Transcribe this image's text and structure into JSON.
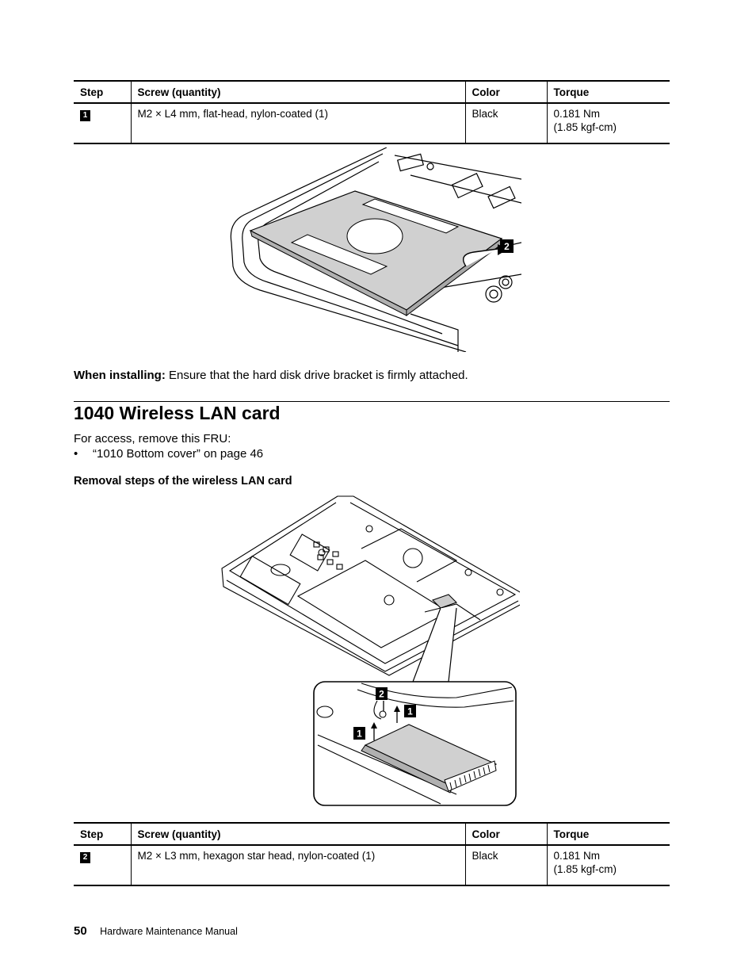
{
  "table1": {
    "headers": [
      "Step",
      "Screw (quantity)",
      "Color",
      "Torque"
    ],
    "row": {
      "step": "1",
      "screw": "M2 × L4 mm, flat-head, nylon-coated (1)",
      "color": "Black",
      "torque1": "0.181 Nm",
      "torque2": "(1.85 kgf-cm)"
    }
  },
  "figure1": {
    "callout": "2"
  },
  "note": {
    "label": "When installing:",
    "text": "Ensure that the hard disk drive bracket is firmly attached."
  },
  "section": {
    "title": "1040 Wireless LAN card",
    "access_text": "For access, remove this FRU:",
    "bullet": "“1010 Bottom cover” on page 46",
    "subheading": "Removal steps of the wireless LAN card"
  },
  "figure2": {
    "callout_1a": "1",
    "callout_1b": "1",
    "callout_2": "2"
  },
  "table2": {
    "headers": [
      "Step",
      "Screw (quantity)",
      "Color",
      "Torque"
    ],
    "row": {
      "step": "2",
      "screw": "M2 × L3 mm, hexagon star head, nylon-coated (1)",
      "color": "Black",
      "torque1": "0.181 Nm",
      "torque2": "(1.85 kgf-cm)"
    }
  },
  "footer": {
    "page": "50",
    "title": "Hardware Maintenance Manual"
  }
}
